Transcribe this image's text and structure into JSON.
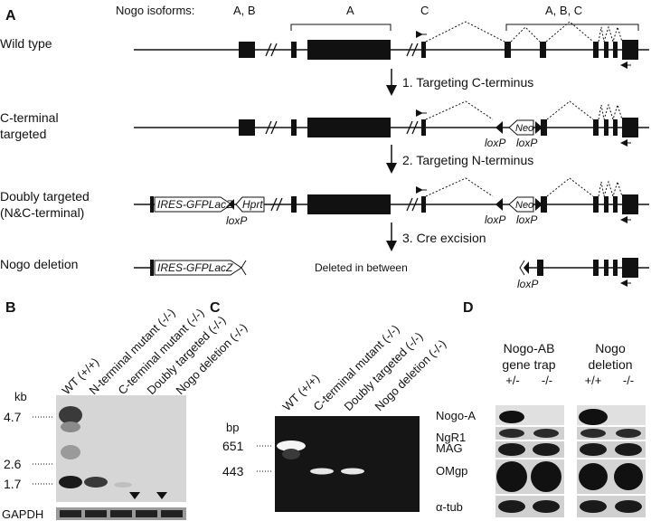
{
  "panelA": {
    "panel_label": "A",
    "isoforms_label": "Nogo isoforms:",
    "iso_ab": "A, B",
    "iso_a": "A",
    "iso_c": "C",
    "iso_abc": "A, B, C",
    "wild_type": "Wild type",
    "c_targeted_1": "C-terminal",
    "c_targeted_2": "targeted",
    "doubly_1": "Doubly targeted",
    "doubly_2": "(N&C-terminal)",
    "deletion": "Nogo deletion",
    "step1": "1. Targeting C-terminus",
    "step2": "2. Targeting N-terminus",
    "step3": "3. Cre excision",
    "neo": "Neo",
    "loxp": "loxP",
    "ires": "IRES-GFPLacZ",
    "hprt": "Hprt",
    "deleted_between": "Deleted in between"
  },
  "panelB": {
    "panel_label": "B",
    "kb_unit": "kb",
    "sizes": [
      "4.7",
      "2.6",
      "1.7"
    ],
    "lanes": [
      "WT (+/+)",
      "N-terminal mutant (-/-)",
      "C-terminal mutant (-/-)",
      "Doubly targeted (-/-)",
      "Nogo deletion (-/-)"
    ],
    "loading_control": "GAPDH"
  },
  "panelC": {
    "panel_label": "C",
    "bp_unit": "bp",
    "sizes": [
      "651",
      "443"
    ],
    "lanes": [
      "WT (+/+)",
      "C-terminal mutant (-/-)",
      "Doubly targeted (-/-)",
      "Nogo deletion (-/-)"
    ]
  },
  "panelD": {
    "panel_label": "D",
    "group1_1": "Nogo-AB",
    "group1_2": "gene trap",
    "group2_1": "Nogo",
    "group2_2": "deletion",
    "g1_genotypes": [
      "+/-",
      "-/-"
    ],
    "g2_genotypes": [
      "+/+",
      "-/-"
    ],
    "rows": [
      "Nogo-A",
      "NgR1",
      "MAG",
      "OMgp",
      "α-tub"
    ]
  }
}
